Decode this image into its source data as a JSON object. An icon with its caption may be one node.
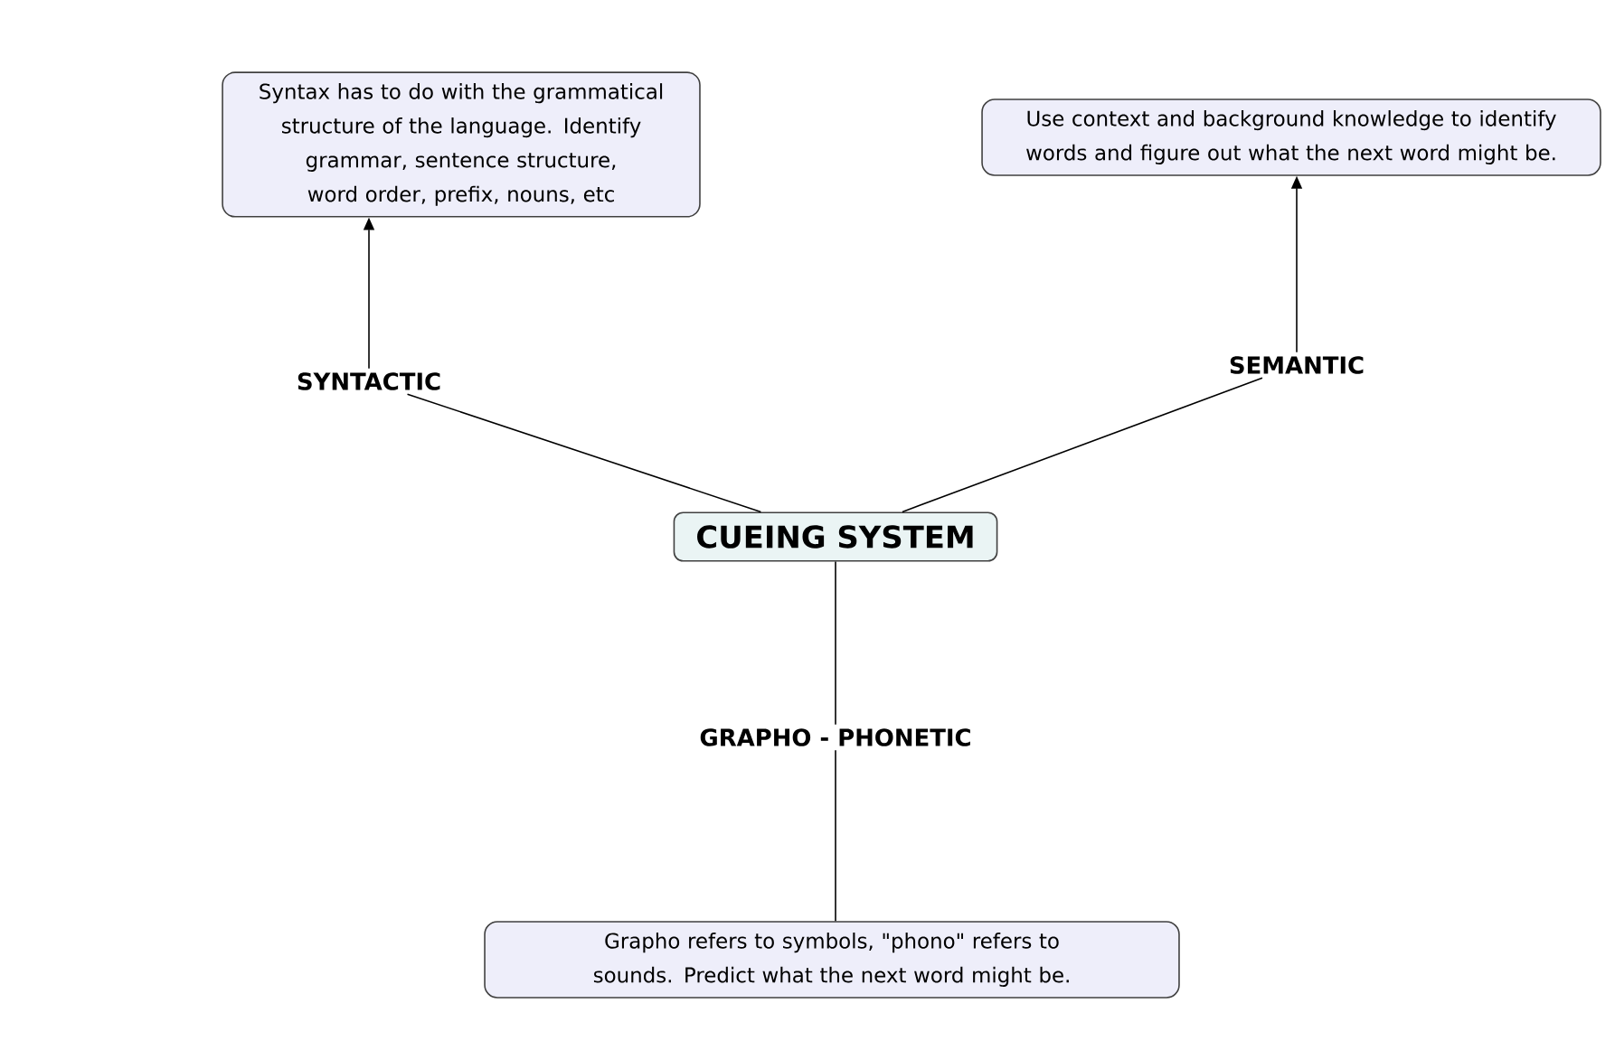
{
  "diagram": {
    "nodes": [
      {
        "text": [
          "CUEING SYSTEM"
        ]
      },
      {
        "text": [
          "SYNTACTIC"
        ]
      },
      {
        "text": [
          "SEMANTIC"
        ]
      },
      {
        "text": [
          "GRAPHO - PHONETIC"
        ]
      },
      {
        "text": [
          "Syntax has to do with the grammatical structure of the language. Identify grammar, sentence structure, word order, prefix, nouns, etc"
        ]
      },
      {
        "text": [
          "Use context and background knowledge to identify words and figure out what the next word might be."
        ]
      },
      {
        "text": [
          "Grapho refers to symbols, \"phono\" refers to sounds. Predict what the next word might be."
        ]
      }
    ],
    "edges": [
      {
        "from": 0,
        "to": 1,
        "arrow": "none"
      },
      {
        "from": 1,
        "to": 4,
        "arrow": "to"
      },
      {
        "from": 0,
        "to": 2,
        "arrow": "none"
      },
      {
        "from": 2,
        "to": 5,
        "arrow": "to"
      },
      {
        "from": 0,
        "to": 3,
        "arrow": "none"
      },
      {
        "from": 3,
        "to": 6,
        "arrow": "none"
      }
    ]
  }
}
